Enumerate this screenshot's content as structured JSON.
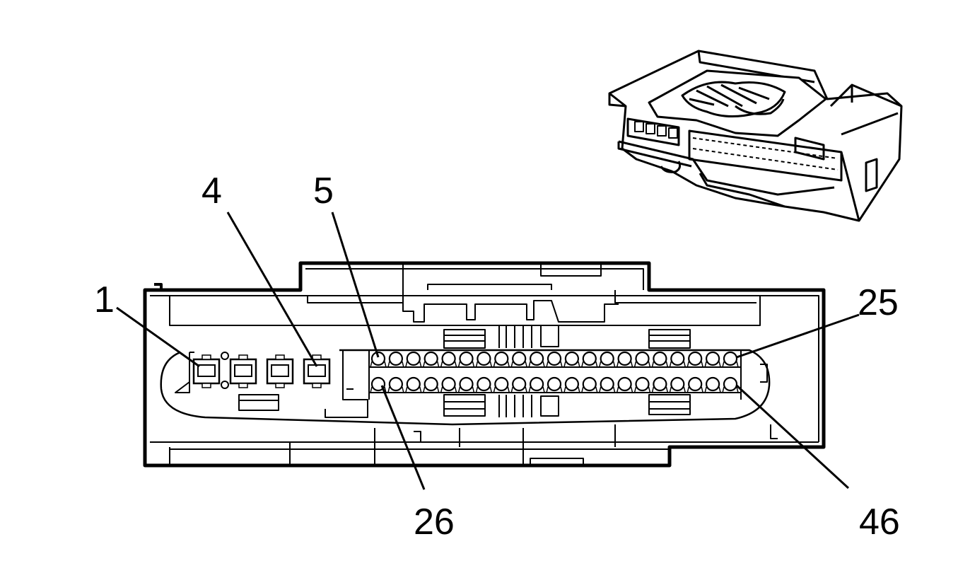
{
  "pin_labels": {
    "pin1": "1",
    "pin4": "4",
    "pin5": "5",
    "pin25": "25",
    "pin26": "26",
    "pin46": "46"
  },
  "connector": {
    "large_terminals": 4,
    "signal_row_top_count": 21,
    "signal_row_bottom_count": 21
  }
}
